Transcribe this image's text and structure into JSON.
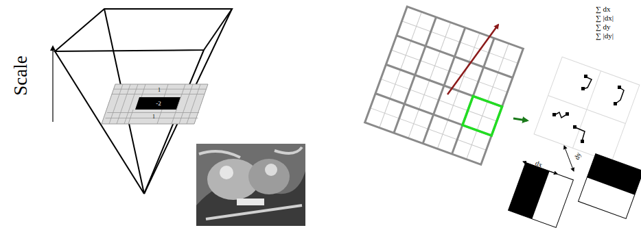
{
  "diagram": {
    "labels": [
      "Scale",
      "1",
      "-2",
      "1",
      "∑ dx",
      "∑ |dx|",
      "∑ dy",
      "∑ |dy|",
      "dx",
      "dy"
    ]
  }
}
